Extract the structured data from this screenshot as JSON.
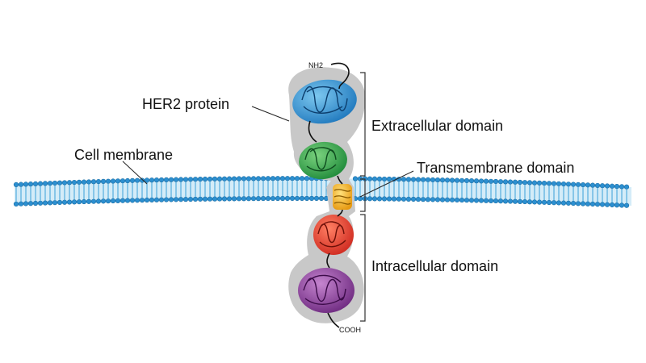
{
  "labels": {
    "her2_protein": "HER2 protein",
    "cell_membrane": "Cell membrane",
    "extracellular": "Extracellular domain",
    "transmembrane": "Transmembrane domain",
    "intracellular": "Intracellular domain",
    "nh2": "NH2",
    "cooh": "COOH"
  },
  "colors": {
    "membrane": "#29a3d6",
    "domain_blue": "#2d8fd0",
    "domain_green": "#2fa14a",
    "domain_yellow": "#f2b01e",
    "domain_red": "#e23a2c",
    "domain_purple": "#8a3a96",
    "protein_outline": "#c8c8c8"
  },
  "icons": [
    "phospholipid-bilayer",
    "protein-domain-coil"
  ]
}
